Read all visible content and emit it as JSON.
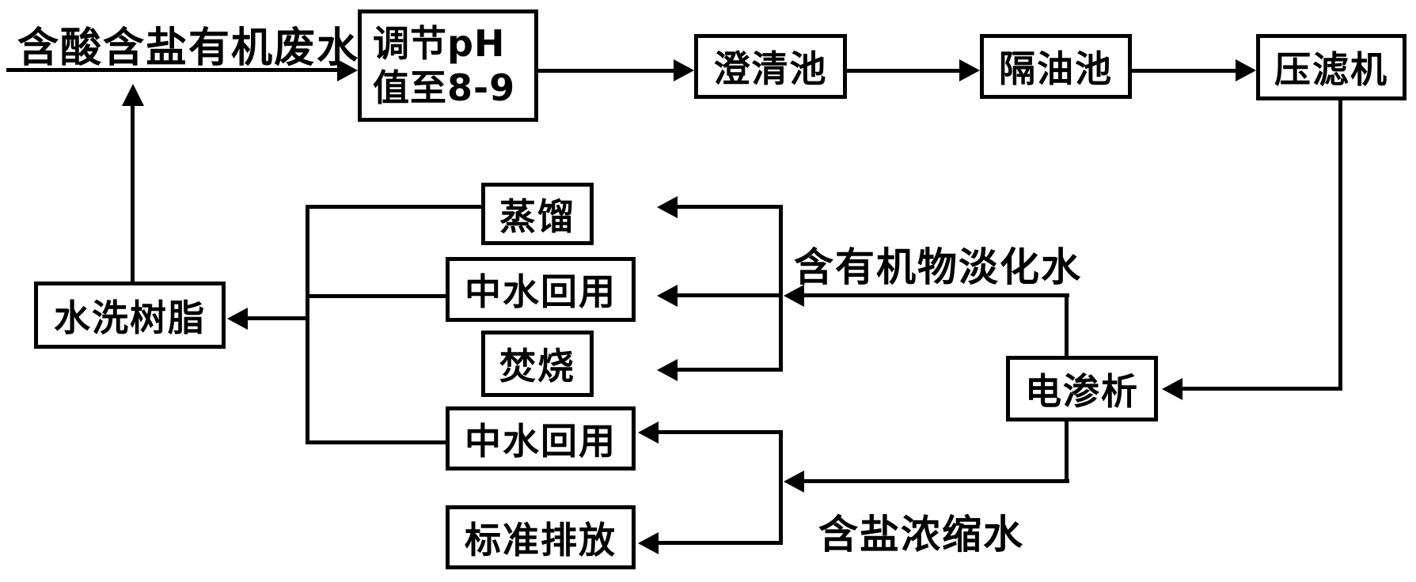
{
  "diagram": {
    "title_hint": "acid-salt organic wastewater treatment process flowchart",
    "source_label": "含酸含盐有机废水",
    "nodes": {
      "adjust_ph": {
        "label": "调节pH值至8-9",
        "line1": "调节pH",
        "line2": "值至8-9"
      },
      "clarifier": {
        "label": "澄清池"
      },
      "oil_separator": {
        "label": "隔油池"
      },
      "filter_press": {
        "label": "压滤机"
      },
      "distillation": {
        "label": "蒸馏"
      },
      "water_reuse_1": {
        "label": "中水回用"
      },
      "incineration": {
        "label": "焚烧"
      },
      "water_reuse_2": {
        "label": "中水回用"
      },
      "standard_discharge": {
        "label": "标准排放"
      },
      "water_washed_resin": {
        "label": "水洗树脂"
      },
      "electrodialysis": {
        "label": "电渗析"
      }
    },
    "stream_labels": {
      "organic_desalinated_water": "含有机物淡化水",
      "salty_concentrated_water": "含盐浓缩水"
    },
    "colors": {
      "line": "#000000",
      "background": "#ffffff",
      "text": "#000000"
    }
  }
}
